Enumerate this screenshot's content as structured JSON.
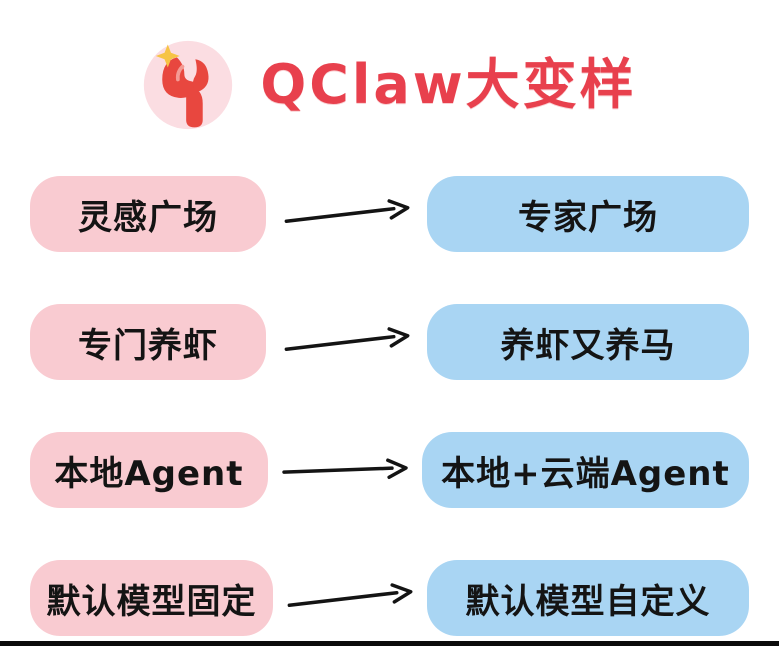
{
  "title": "QClaw大变样",
  "logo": {
    "icon": "lobster-claw-icon",
    "badge": "star-icon",
    "circle_color": "#fbdde2",
    "claw_color": "#e8473f",
    "star_color": "#f6c445"
  },
  "colors": {
    "title": "#e8404d",
    "before_pill": "#f9cbd1",
    "after_pill": "#a9d5f3",
    "arrow": "#141414",
    "text": "#141414",
    "background": "#ffffff"
  },
  "rows": [
    {
      "before": "灵感广场",
      "after": "专家广场"
    },
    {
      "before": "专门养虾",
      "after": "养虾又养马"
    },
    {
      "before": "本地Agent",
      "after": "本地+云端Agent"
    },
    {
      "before": "默认模型固定",
      "after": "默认模型自定义"
    }
  ]
}
